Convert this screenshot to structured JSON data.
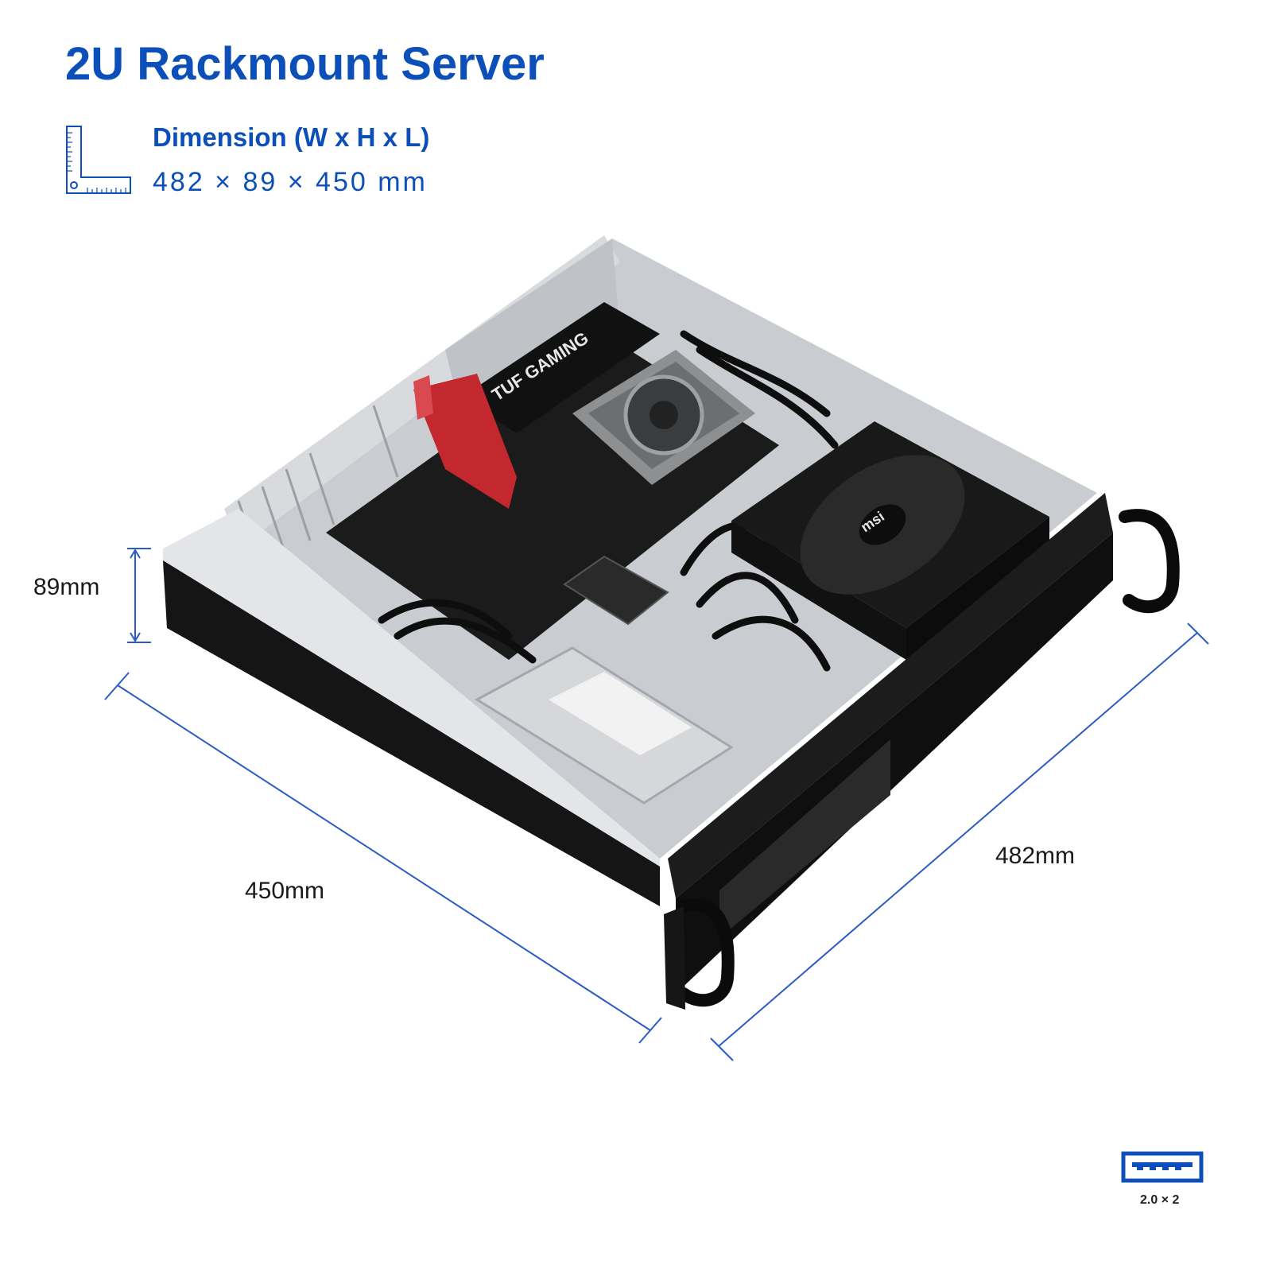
{
  "header": {
    "title": "2U Rackmount Server"
  },
  "dimension": {
    "label": "Dimension (W x H x L)",
    "value": "482 × 89 × 450 mm",
    "icon": "ruler-square-icon"
  },
  "measurements": {
    "height": "89mm",
    "length": "450mm",
    "width": "482mm"
  },
  "product": {
    "image": "rackmount-server-chassis-image"
  },
  "ports": {
    "usb_label": "2.0 × 2",
    "icon": "usb-port-icon"
  },
  "colors": {
    "accent": "#0d4fb8",
    "measure_line": "#2b5cc4",
    "chassis": "#141414"
  }
}
